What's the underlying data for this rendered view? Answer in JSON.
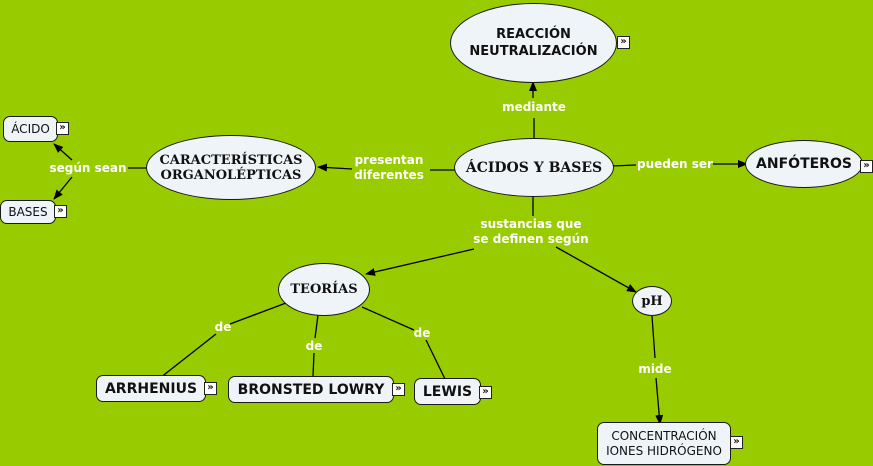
{
  "colors": {
    "background": "#99cc00",
    "node_fill": "#eef4f8",
    "node_border": "#1a1a1a",
    "link_label": "#ffffff"
  },
  "nodes": {
    "reaccion": "REACCIÓN\nNEUTRALIZACIÓN",
    "acidos_bases": "ÁCIDOS Y BASES",
    "caracteristicas": "CARACTERÍSTICAS\nORGANOLÉPTICAS",
    "acido": "ÁCIDO",
    "bases": "BASES",
    "anfoteros": "ANFÓTEROS",
    "teorias": "TEORÍAS",
    "ph": "pH",
    "arrhenius": "ARRHENIUS",
    "bronsted": "BRONSTED LOWRY",
    "lewis": "LEWIS",
    "concentracion": "CONCENTRACIÓN\nIONES HIDRÓGENO"
  },
  "links": {
    "mediante": "mediante",
    "presentan": "presentan\ndiferentes",
    "pueden_ser": "pueden ser",
    "segun_sean": "según sean",
    "sustancias": "sustancias que\nse definen según",
    "de_1": "de",
    "de_2": "de",
    "de_3": "de",
    "mide": "mide"
  },
  "icons": {
    "resource_link": "double-chevron-right-icon",
    "glyph": "»"
  }
}
